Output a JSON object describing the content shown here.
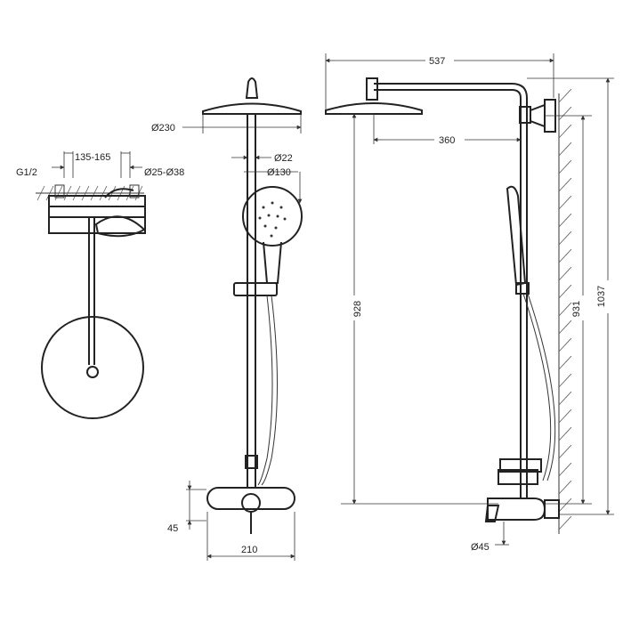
{
  "dimensions": {
    "thread": "G1/2",
    "spacing": "135-165",
    "eccentric": "Ø25-Ø38",
    "head_diameter": "Ø230",
    "bar_diameter": "Ø22",
    "hand_diameter": "Ø130",
    "mixer_height": "45",
    "mixer_width": "210",
    "total_reach": "537",
    "arm_reach": "360",
    "head_height": "928",
    "bar_height": "931",
    "total_height": "1037",
    "handle_diameter": "Ø45"
  }
}
